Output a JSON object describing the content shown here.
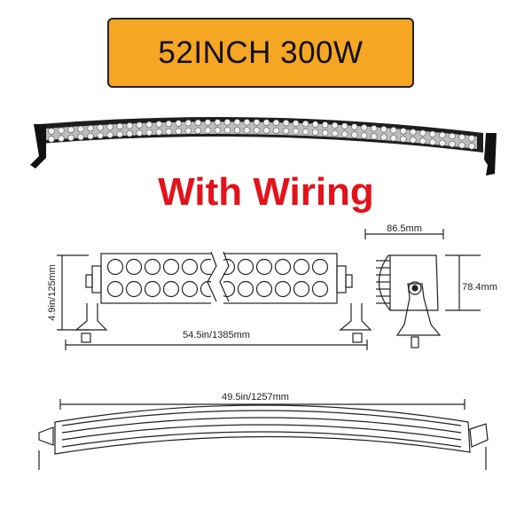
{
  "banner": {
    "text": "52INCH 300W",
    "background": "#f5a623"
  },
  "subtitle": {
    "text": "With Wiring",
    "color": "#e3131b"
  },
  "dimensions": {
    "front_height": "4.9in/125mm",
    "front_length": "54.5in/1385mm",
    "side_width": "86.5mm",
    "side_height": "78.4mm",
    "curved_length": "49.5in/1257mm"
  },
  "icons": [
    "light-bar-photo",
    "light-bar-front-view",
    "light-bar-side-view",
    "light-bar-top-view"
  ]
}
